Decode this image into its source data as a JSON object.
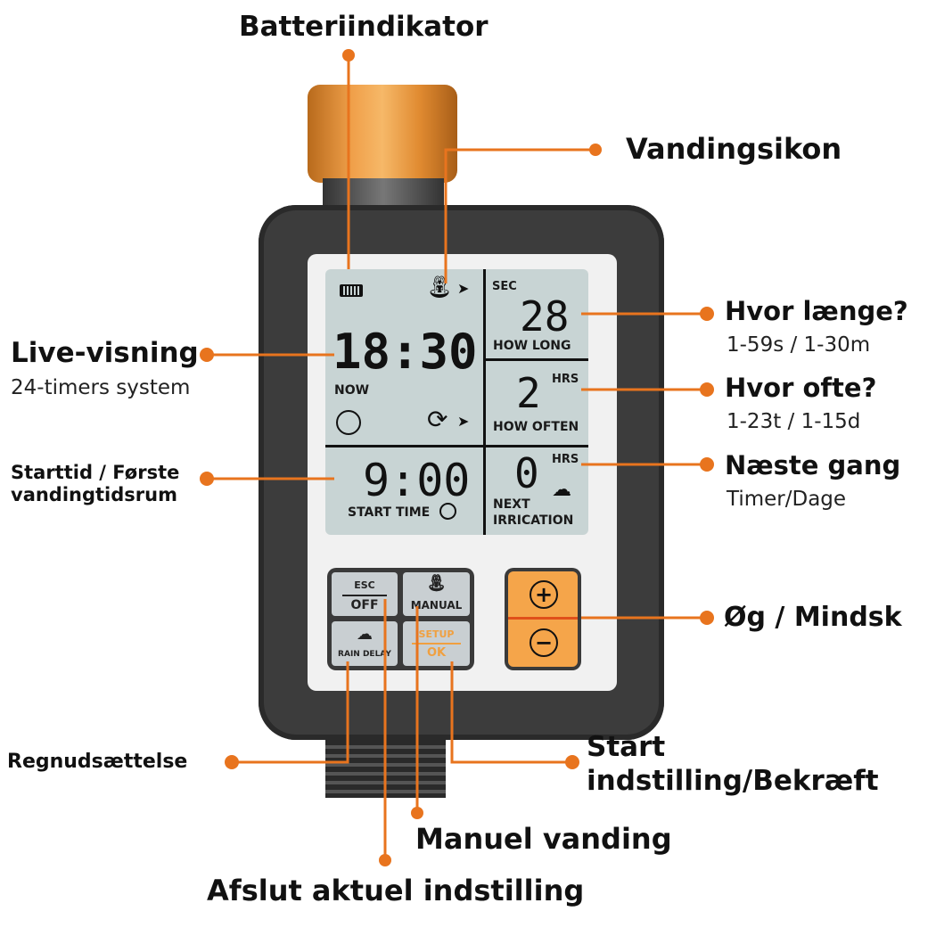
{
  "callouts": {
    "battery": "Batteriindikator",
    "watering_icon": "Vandingsikon",
    "how_long": {
      "title": "Hvor længe?",
      "range": "1-59s / 1-30m"
    },
    "how_often": {
      "title": "Hvor ofte?",
      "range": "1-23t / 1-15d"
    },
    "next": {
      "title": "Næste gang",
      "range": "Timer/Dage"
    },
    "live": {
      "title": "Live-visning",
      "sub": "24-timers system"
    },
    "start_time": {
      "line1": "Starttid / Første",
      "line2": "vandingtidsrum"
    },
    "plus_minus": "Øg / Mindsk",
    "rain_delay": "Regnudsættelse",
    "setup": {
      "line1": "Start",
      "line2": "indstilling/Bekræft"
    },
    "manual": "Manuel vanding",
    "exit": "Afslut aktuel indstilling"
  },
  "lcd": {
    "clock": "18:30",
    "now_label": "NOW",
    "sec_label": "SEC",
    "how_long_value": "28",
    "how_long_label": "HOW LONG",
    "how_often_value": "2",
    "hrs_label": "HRS",
    "how_often_label": "HOW OFTEN",
    "start_value": "9:00",
    "start_label": "START TIME",
    "next_value": "0",
    "next_label_1": "NEXT",
    "next_label_2": "IRRICATION"
  },
  "buttons": {
    "esc": "ESC",
    "off": "OFF",
    "manual": "MANUAL",
    "rain_delay": "RAIN DELAY",
    "setup": "SETUP",
    "ok": "OK",
    "plus": "+",
    "minus": "−"
  },
  "colors": {
    "accent": "#e8741e",
    "body": "#3a3a3a",
    "lcd": "#c8d4d4",
    "orange_pad": "#f5a54a"
  }
}
